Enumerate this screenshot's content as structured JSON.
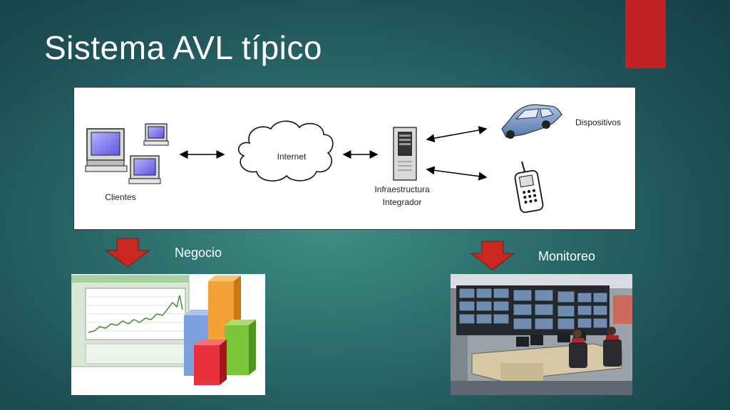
{
  "slide": {
    "title": "Sistema AVL típico",
    "accent_color": "#c0201f"
  },
  "diagram": {
    "clients_label": "Clientes",
    "internet_label": "Internet",
    "infrastructure_label_line1": "Infraestructura",
    "infrastructure_label_line2": "Integrador",
    "devices_label": "Dispositivos",
    "icons": [
      "computer-icon",
      "cloud-icon",
      "server-icon",
      "car-icon",
      "cellphone-icon"
    ]
  },
  "sections": {
    "left_label": "Negocio",
    "right_label": "Monitoreo",
    "arrow_color": "#c8281f"
  }
}
